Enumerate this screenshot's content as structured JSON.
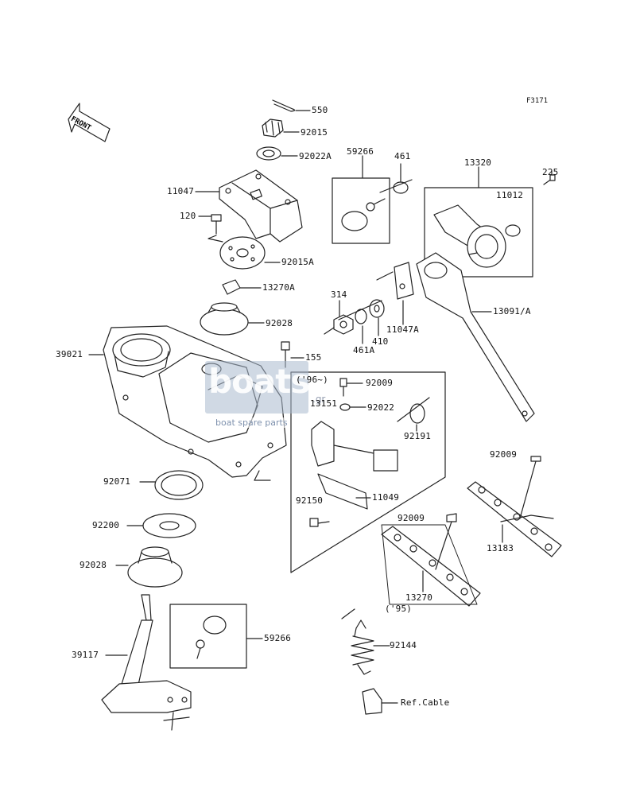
{
  "figure_id": "F3171",
  "front_label": "FRONT",
  "watermark": {
    "logo": "boatsp",
    "subtitle": "boat spare parts",
    "suffix": ".gr"
  },
  "parts": [
    {
      "number": "550"
    },
    {
      "number": "92015"
    },
    {
      "number": "92022A"
    },
    {
      "number": "11047"
    },
    {
      "number": "120"
    },
    {
      "number": "92015A"
    },
    {
      "number": "13270A"
    },
    {
      "number": "92028"
    },
    {
      "number": "39021"
    },
    {
      "number": "155"
    },
    {
      "number": "59266"
    },
    {
      "number": "461"
    },
    {
      "number": "13320"
    },
    {
      "number": "225"
    },
    {
      "number": "11012"
    },
    {
      "number": "314"
    },
    {
      "number": "461A"
    },
    {
      "number": "410"
    },
    {
      "number": "11047A"
    },
    {
      "number": "13091/A"
    },
    {
      "number": "('96~)"
    },
    {
      "number": "92009"
    },
    {
      "number": "13151"
    },
    {
      "number": "92022"
    },
    {
      "number": "92191"
    },
    {
      "number": "92071"
    },
    {
      "number": "92009"
    },
    {
      "number": "92150"
    },
    {
      "number": "11049"
    },
    {
      "number": "92200"
    },
    {
      "number": "92009"
    },
    {
      "number": "13183"
    },
    {
      "number": "92028"
    },
    {
      "number": "13270"
    },
    {
      "number": "('95)"
    },
    {
      "number": "59266"
    },
    {
      "number": "39117"
    },
    {
      "number": "92144"
    },
    {
      "number": "Ref.Cable"
    }
  ]
}
